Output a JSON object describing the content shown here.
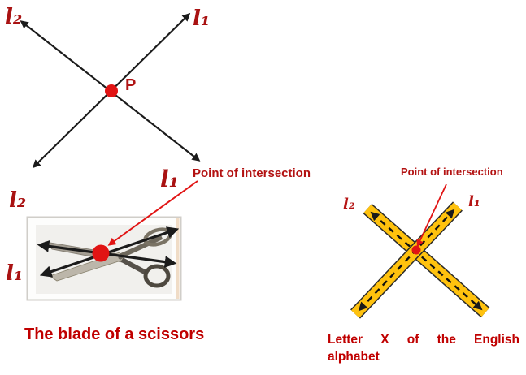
{
  "colors": {
    "label_red": "#a91212",
    "caption_red": "#c00000",
    "dot_red": "#e11414",
    "line_black": "#1b1b1b",
    "bar_yellow": "#ffc20e"
  },
  "top_diagram": {
    "line2_label": "l₂",
    "line1_label": "l₁",
    "intersection_label": "P"
  },
  "scissors_diagram": {
    "upper_line_label": "l₁",
    "annotation": "Point of intersection",
    "left_top_label": "l₂",
    "left_bottom_label": "l₁",
    "caption": "The blade of a scissors"
  },
  "letter_x_diagram": {
    "annotation": "Point of intersection",
    "left_label": "l₂",
    "right_label": "l₁",
    "caption_line1": "Letter X of the English",
    "caption_line2": "alphabet"
  }
}
